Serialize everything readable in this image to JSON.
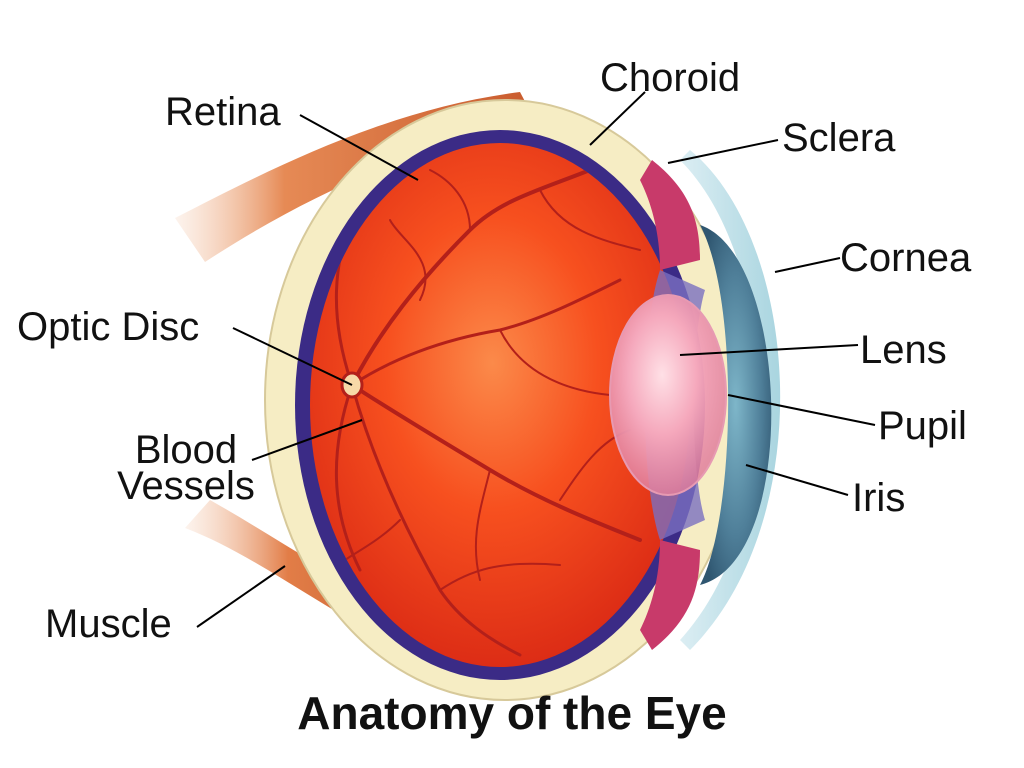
{
  "title": "Anatomy of the Eye",
  "labels": {
    "retina": "Retina",
    "choroid": "Choroid",
    "sclera": "Sclera",
    "cornea": "Cornea",
    "lens": "Lens",
    "pupil": "Pupil",
    "iris": "Iris",
    "optic_disc": "Optic Disc",
    "blood_vessels_line1": "Blood",
    "blood_vessels_line2": "Vessels",
    "muscle": "Muscle"
  },
  "colors": {
    "interior": "#f7411e",
    "sclera": "#f6edc4",
    "choroid": "#3b2b86",
    "muscle": "#e0783f",
    "iris": "#5f8fa8",
    "lens": "#f2a2b6",
    "vessel": "#b3201a",
    "leader": "#000000"
  }
}
